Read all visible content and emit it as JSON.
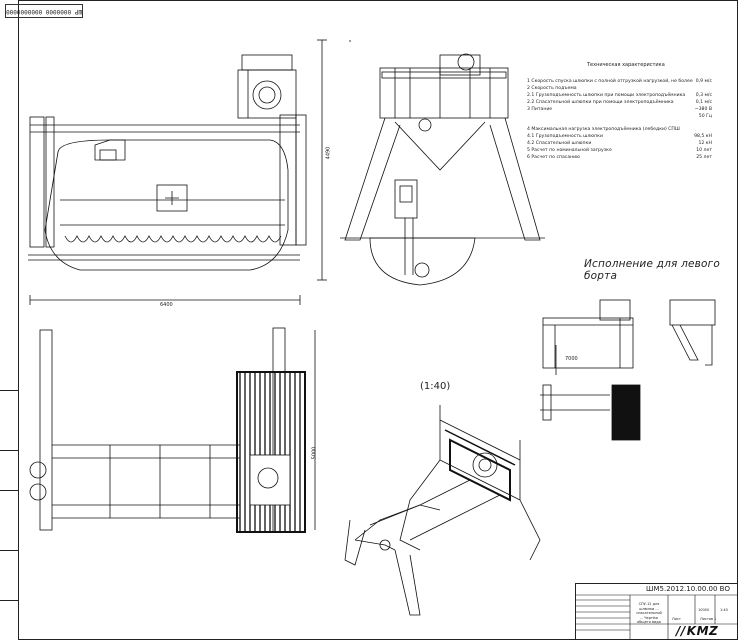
{
  "stamp": "ШР 0000000 0000000000",
  "tech": {
    "title": "Техническая характеристика",
    "rows": [
      {
        "label": "1 Скорость спуска шлюпки с полной отгрузкой нагрузкой, не более",
        "value": "0,9 м/с"
      },
      {
        "label": "2 Скорость подъема",
        "value": ""
      },
      {
        "label": "2.1 Грузоподъемность шлюпки при помощи электроподъёмника",
        "value": "0,3 м/с"
      },
      {
        "label": "2.2 Спасательной шлюпки при помощи электроподъёмника",
        "value": "0,1 м/с"
      },
      {
        "label": "3 Питание",
        "value": "~380 В"
      },
      {
        "label": "",
        "value": "50 Гц"
      },
      {
        "label": "4 Максимальная нагрузка электроподъёмника (лебедки) СПШ",
        "value": ""
      },
      {
        "label": "4.1 Грузоподъемность шлюпки",
        "value": "98,5 кН"
      },
      {
        "label": "4.2 Спасательной шлюпки",
        "value": "12 кН"
      },
      {
        "label": "5 Расчет по номинальной загрузке",
        "value": "10 лет"
      },
      {
        "label": "6 Расчет по спасанию",
        "value": "25 лет"
      }
    ]
  },
  "variant_title": "Исполнение для левого борта",
  "view_label": "(1:40)",
  "dims": {
    "d6400": "6400",
    "d4490": "4490",
    "d7000": "7000",
    "d5000": "5000"
  },
  "title_block": {
    "code": "ШМ5.2012.10.00.00 ВО",
    "name": "СПУ-12 для шлюпки ... спасательной ... Чертёж общего вида",
    "lit": "",
    "mass": "10000",
    "scale": "1:40",
    "sheet": "Лист",
    "sheets": "Листов 1",
    "logo": "KMZ"
  }
}
